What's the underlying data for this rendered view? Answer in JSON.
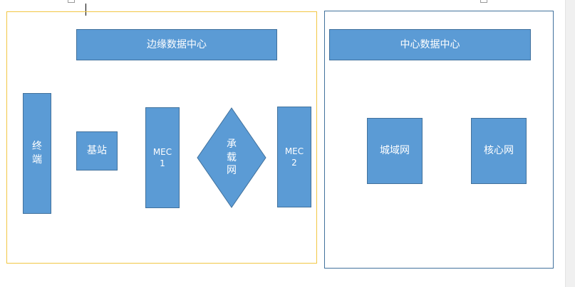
{
  "frames": {
    "edge_dc_border_color": "#f2c744",
    "center_dc_border_color": "#41719c"
  },
  "colors": {
    "box_fill": "#5b9bd5",
    "box_border": "#41719c",
    "text": "#ffffff"
  },
  "edge": {
    "title": "边缘数据中心",
    "terminal": [
      "终",
      "端"
    ],
    "base_station": "基站",
    "mec1": [
      "MEC",
      "1"
    ],
    "bearer_network": [
      "承",
      "载",
      "网"
    ],
    "mec2": [
      "MEC",
      "2"
    ]
  },
  "center": {
    "title": "中心数据中心",
    "metro_network": "城域网",
    "core_network": "核心网"
  }
}
